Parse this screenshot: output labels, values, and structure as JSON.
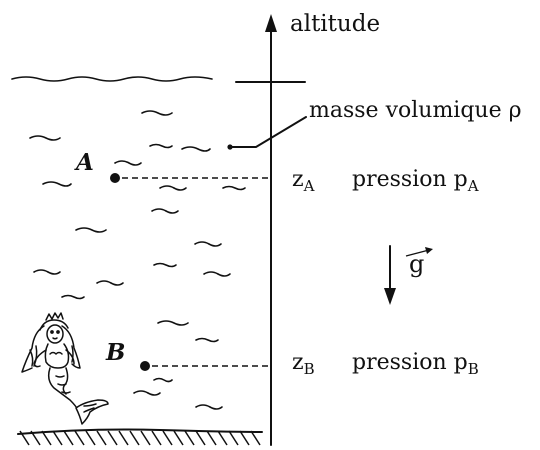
{
  "diagram": {
    "axis_label": "altitude",
    "density_label": "masse volumique ρ",
    "point_a": {
      "label": "A",
      "z": "z",
      "z_sub": "A",
      "pressure": "pression p",
      "pressure_sub": "A"
    },
    "point_b": {
      "label": "B",
      "z": "z",
      "z_sub": "B",
      "pressure": "pression p",
      "pressure_sub": "B"
    },
    "gravity": {
      "symbol": "g"
    },
    "figure": "mermaid-icon"
  }
}
